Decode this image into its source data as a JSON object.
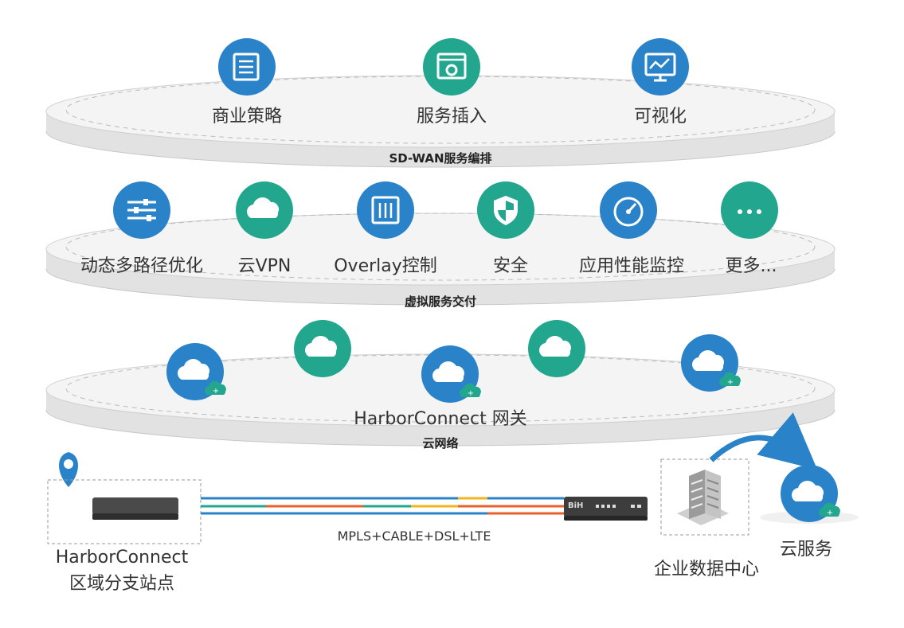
{
  "colors": {
    "blue": "#2a83c8",
    "teal": "#22a68e",
    "orange": "#e8612c",
    "yellow": "#f2b51e",
    "plate_top": "#f4f4f4",
    "plate_side": "#e2e2e2"
  },
  "orchestration": {
    "tier_label": "SD-WAN服务编排",
    "items": [
      {
        "label": "商业策略",
        "icon": "document-icon",
        "color": "blue"
      },
      {
        "label": "服务插入",
        "icon": "browser-gear-icon",
        "color": "teal"
      },
      {
        "label": "可视化",
        "icon": "monitor-chart-icon",
        "color": "blue"
      }
    ]
  },
  "virtual": {
    "tier_label": "虚拟服务交付",
    "items": [
      {
        "label": "动态多路径优化",
        "icon": "sliders-icon",
        "color": "blue"
      },
      {
        "label": "云VPN",
        "icon": "cloud-icon",
        "color": "teal"
      },
      {
        "label": "Overlay控制",
        "icon": "control-panel-icon",
        "color": "blue"
      },
      {
        "label": "安全",
        "icon": "shield-icon",
        "color": "teal"
      },
      {
        "label": "应用性能监控",
        "icon": "gauge-icon",
        "color": "blue"
      },
      {
        "label": "更多...",
        "icon": "more-icon",
        "color": "teal"
      }
    ]
  },
  "cloud_network": {
    "tier_label": "云网络",
    "gateway_label": "HarborConnect 网关"
  },
  "bottom": {
    "branch_label_line1": "HarborConnect",
    "branch_label_line2": "区域分支站点",
    "link_label": "MPLS+CABLE+DSL+LTE",
    "device_brand": "BiH",
    "datacenter_label": "企业数据中心",
    "cloud_service_label": "云服务"
  }
}
